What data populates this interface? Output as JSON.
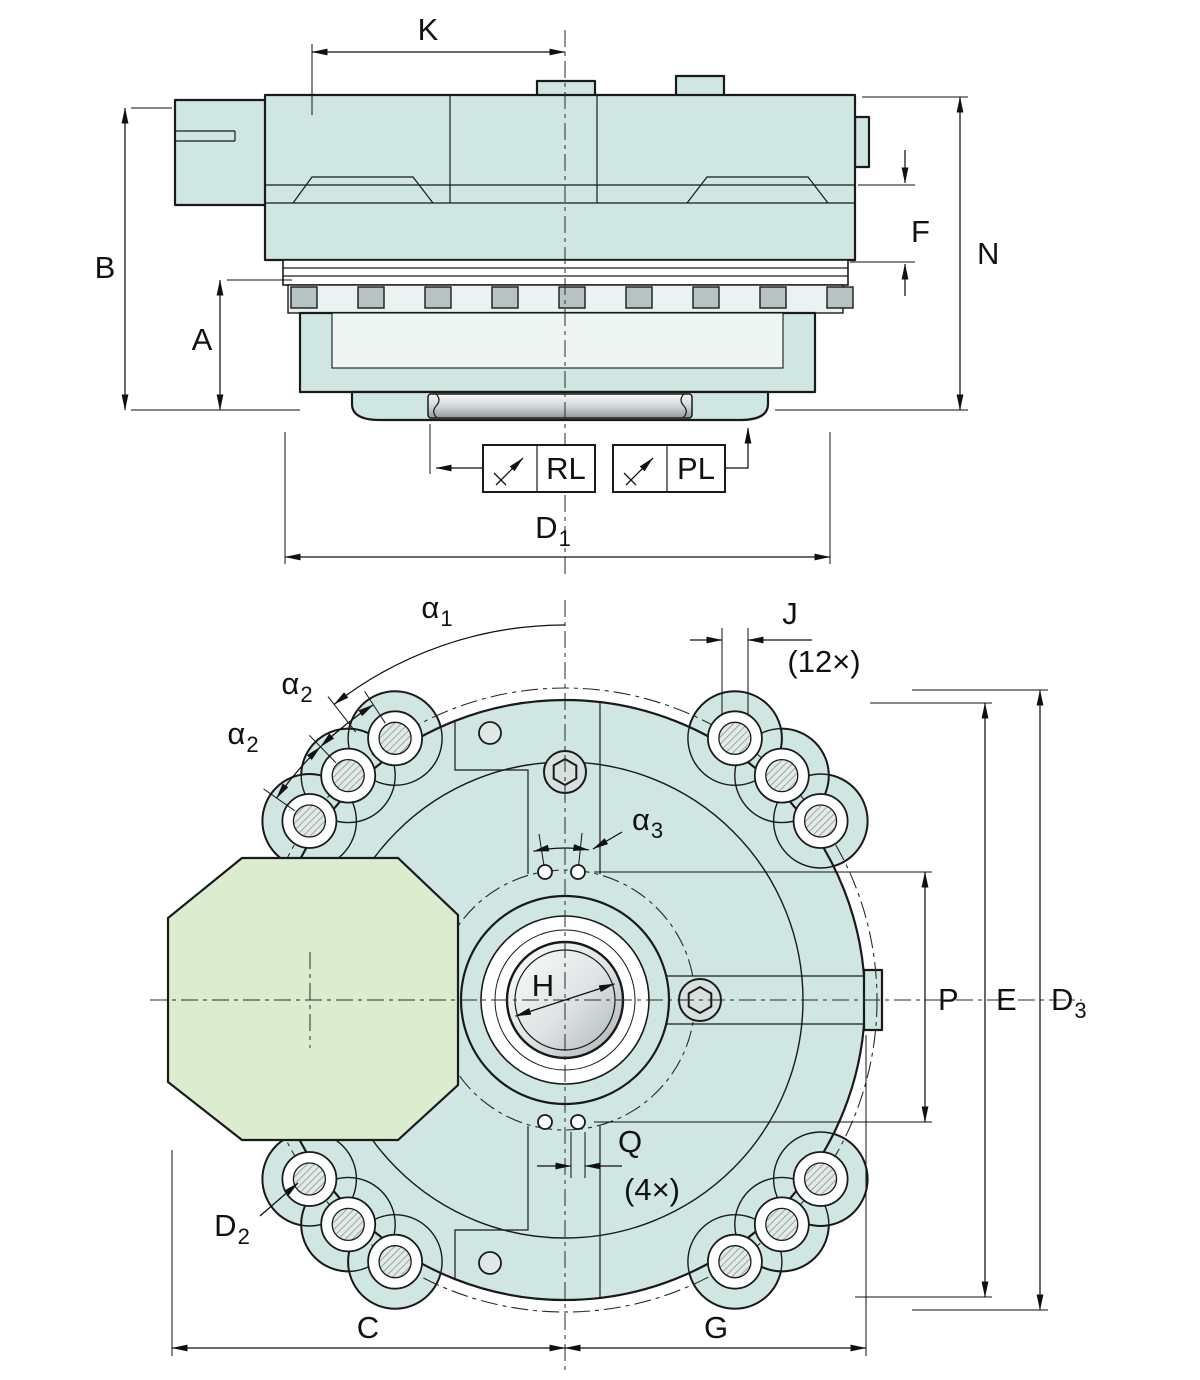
{
  "top_view": {
    "dim_k": "K",
    "dim_b": "B",
    "dim_a": "A",
    "dim_f": "F",
    "dim_n": "N",
    "port_rl": "RL",
    "port_pl": "PL",
    "dim_d1": {
      "base": "D",
      "sub": "1"
    }
  },
  "front_view": {
    "dim_alpha1": {
      "base": "α",
      "sub": "1"
    },
    "dim_alpha2_first": {
      "base": "α",
      "sub": "2"
    },
    "dim_alpha2_second": {
      "base": "α",
      "sub": "2"
    },
    "dim_alpha3": {
      "base": "α",
      "sub": "3"
    },
    "dim_j": "J",
    "dim_j_count": "(12×)",
    "dim_h": "H",
    "dim_p": "P",
    "dim_e": "E",
    "dim_d3": {
      "base": "D",
      "sub": "3"
    },
    "dim_q": "Q",
    "dim_q_count": "(4×)",
    "dim_d2": {
      "base": "D",
      "sub": "2"
    },
    "dim_c": "C",
    "dim_g": "G"
  },
  "colors": {
    "housing_teal": "#cfe6e2",
    "adapter_green": "#dcedcf",
    "band_light": "#eaf3f1",
    "line": "#1a1a1a"
  }
}
